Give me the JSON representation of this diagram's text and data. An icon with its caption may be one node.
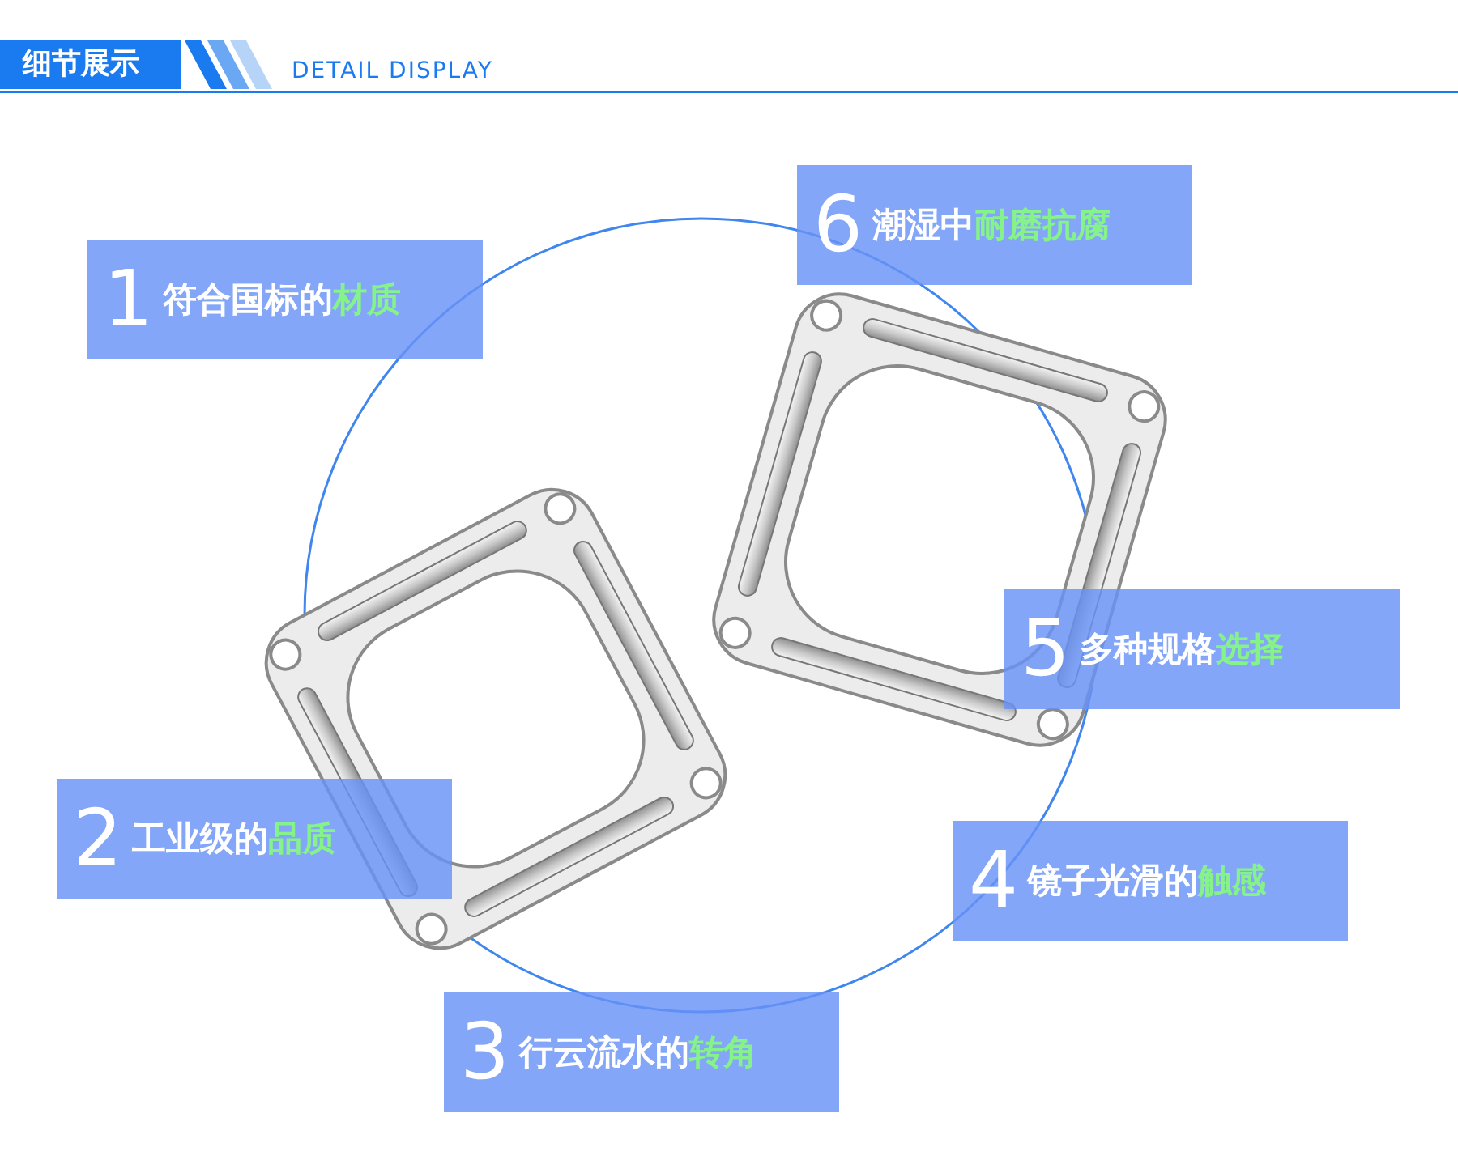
{
  "diagram": {
    "title": "细节展示",
    "nodes": [
      {
        "text": [
          "1",
          "符合国标的材质"
        ]
      },
      {
        "text": [
          "2",
          "工业级的品质"
        ]
      },
      {
        "text": [
          "3",
          "行云流水的转角"
        ]
      },
      {
        "text": [
          "4",
          "镜子光滑的触感"
        ]
      },
      {
        "text": [
          "5",
          "多种规格选择"
        ]
      },
      {
        "text": [
          "6",
          "潮湿中耐磨抗腐"
        ]
      }
    ],
    "edges": [],
    "labels": [
      "DETAIL DISPLAY"
    ]
  }
}
